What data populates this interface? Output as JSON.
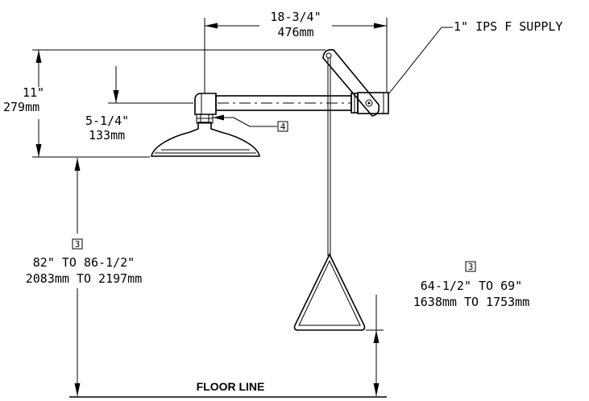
{
  "dimensions": {
    "width_in": "18-3/4\"",
    "width_mm": "476mm",
    "supply": "1\" IPS F SUPPLY",
    "height_in": "11\"",
    "height_mm": "279mm",
    "drop_in": "5-1/4\"",
    "drop_mm": "133mm",
    "callout_4": "4",
    "head_callout": "3",
    "head_height_in": "82\" TO 86-1/2\"",
    "head_height_mm": "2083mm TO 2197mm",
    "pull_callout": "3",
    "pull_height_in": "64-1/2\" TO 69\"",
    "pull_height_mm": "1638mm TO 1753mm",
    "floor_line": "FLOOR LINE"
  }
}
